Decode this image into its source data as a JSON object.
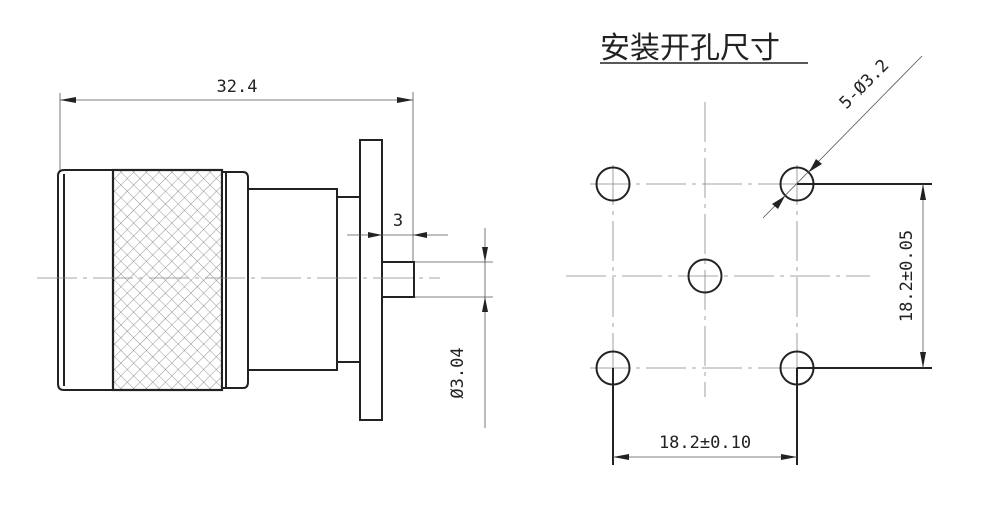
{
  "side_view": {
    "overall_length": "32.4",
    "flange_to_tip": "3",
    "pin_diameter": "Ø3.04"
  },
  "mounting": {
    "title": "安装开孔尺寸",
    "hole_spec": "5-Ø3.2",
    "vertical_spacing": "18.2±0.05",
    "horizontal_spacing": "18.2±0.10"
  }
}
